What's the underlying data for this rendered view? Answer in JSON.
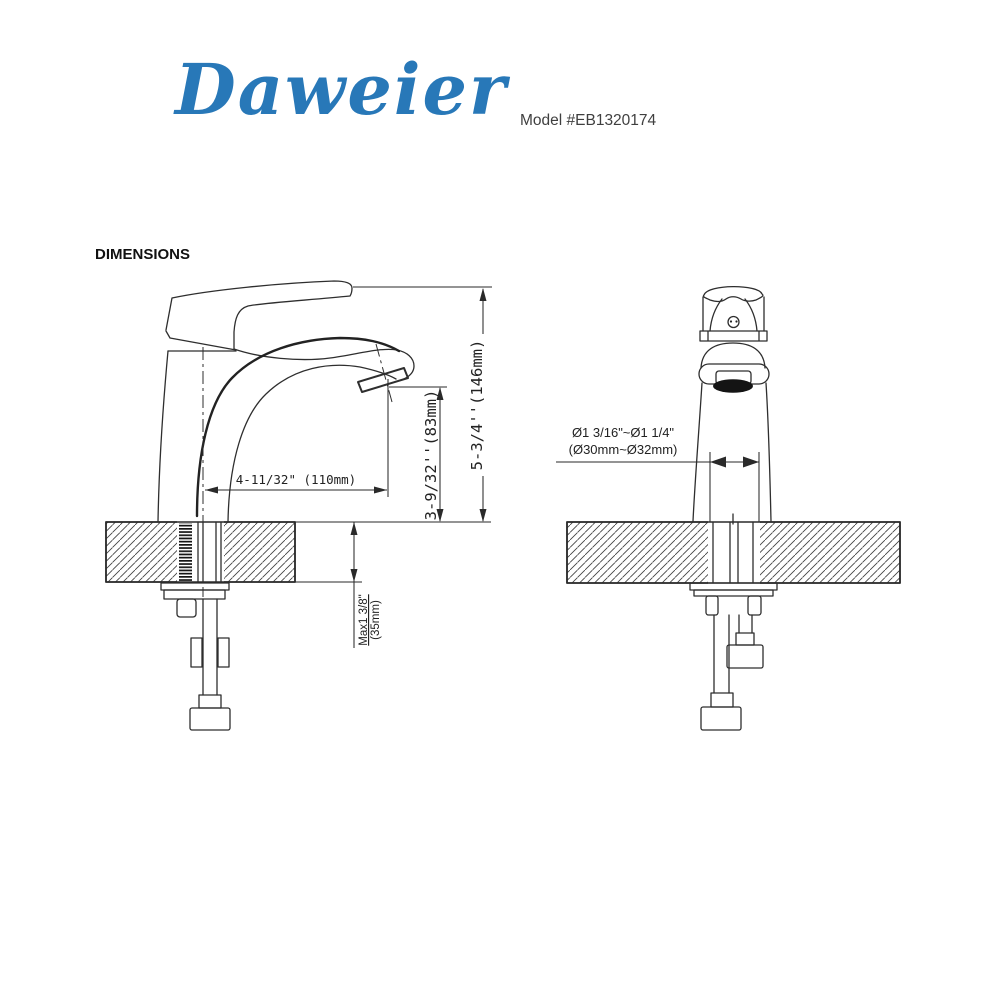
{
  "header": {
    "brand": "Daweier",
    "model": "Model #EB1320174"
  },
  "section": {
    "title": "DIMENSIONS"
  },
  "side_view": {
    "description": "faucet side elevation with mounting hardware",
    "dim_overall_height": "5-3/4''(146mm)",
    "dim_spout_height": "3-9/32''(83mm)",
    "dim_spout_reach": "4-11/32\" (110mm)",
    "dim_deck_max_line1": "Max1 3/8\"",
    "dim_deck_max_line2": "(35mm)"
  },
  "front_view": {
    "description": "faucet front elevation with supply hoses",
    "dim_hole_line1": "Ø1 3/16\"~Ø1 1/4\"",
    "dim_hole_line2": "(Ø30mm~Ø32mm)"
  },
  "colors": {
    "brand_blue": "#2878b8",
    "line": "#2a2a2a",
    "text": "#222222"
  }
}
